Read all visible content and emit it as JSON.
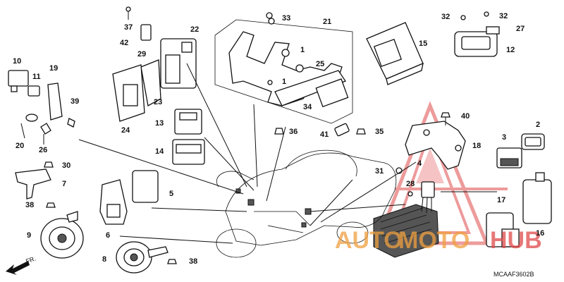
{
  "diagram_code": "MCAAF3602B",
  "front_indicator": "FR.",
  "watermark": {
    "left": "AUTO",
    "middle": "MOTO",
    "right": "HUB",
    "color": "#e04a4a",
    "accent": "#f0a040"
  },
  "part_numbers": {
    "p1a": "1",
    "p1b": "1",
    "p2": "2",
    "p3": "3",
    "p4": "4",
    "p5": "5",
    "p6": "6",
    "p7": "7",
    "p8": "8",
    "p9": "9",
    "p10": "10",
    "p11": "11",
    "p12": "12",
    "p13": "13",
    "p14": "14",
    "p15": "15",
    "p16": "16",
    "p17": "17",
    "p18": "18",
    "p19": "19",
    "p20": "20",
    "p21": "21",
    "p22": "22",
    "p23": "23",
    "p24": "24",
    "p25": "25",
    "p26": "26",
    "p27": "27",
    "p28": "28",
    "p29": "29",
    "p30": "30",
    "p31": "31",
    "p32a": "32",
    "p32b": "32",
    "p33": "33",
    "p34": "34",
    "p35": "35",
    "p36": "36",
    "p37": "37",
    "p38a": "38",
    "p38b": "38",
    "p39": "39",
    "p40": "40",
    "p41": "41",
    "p42": "42"
  }
}
